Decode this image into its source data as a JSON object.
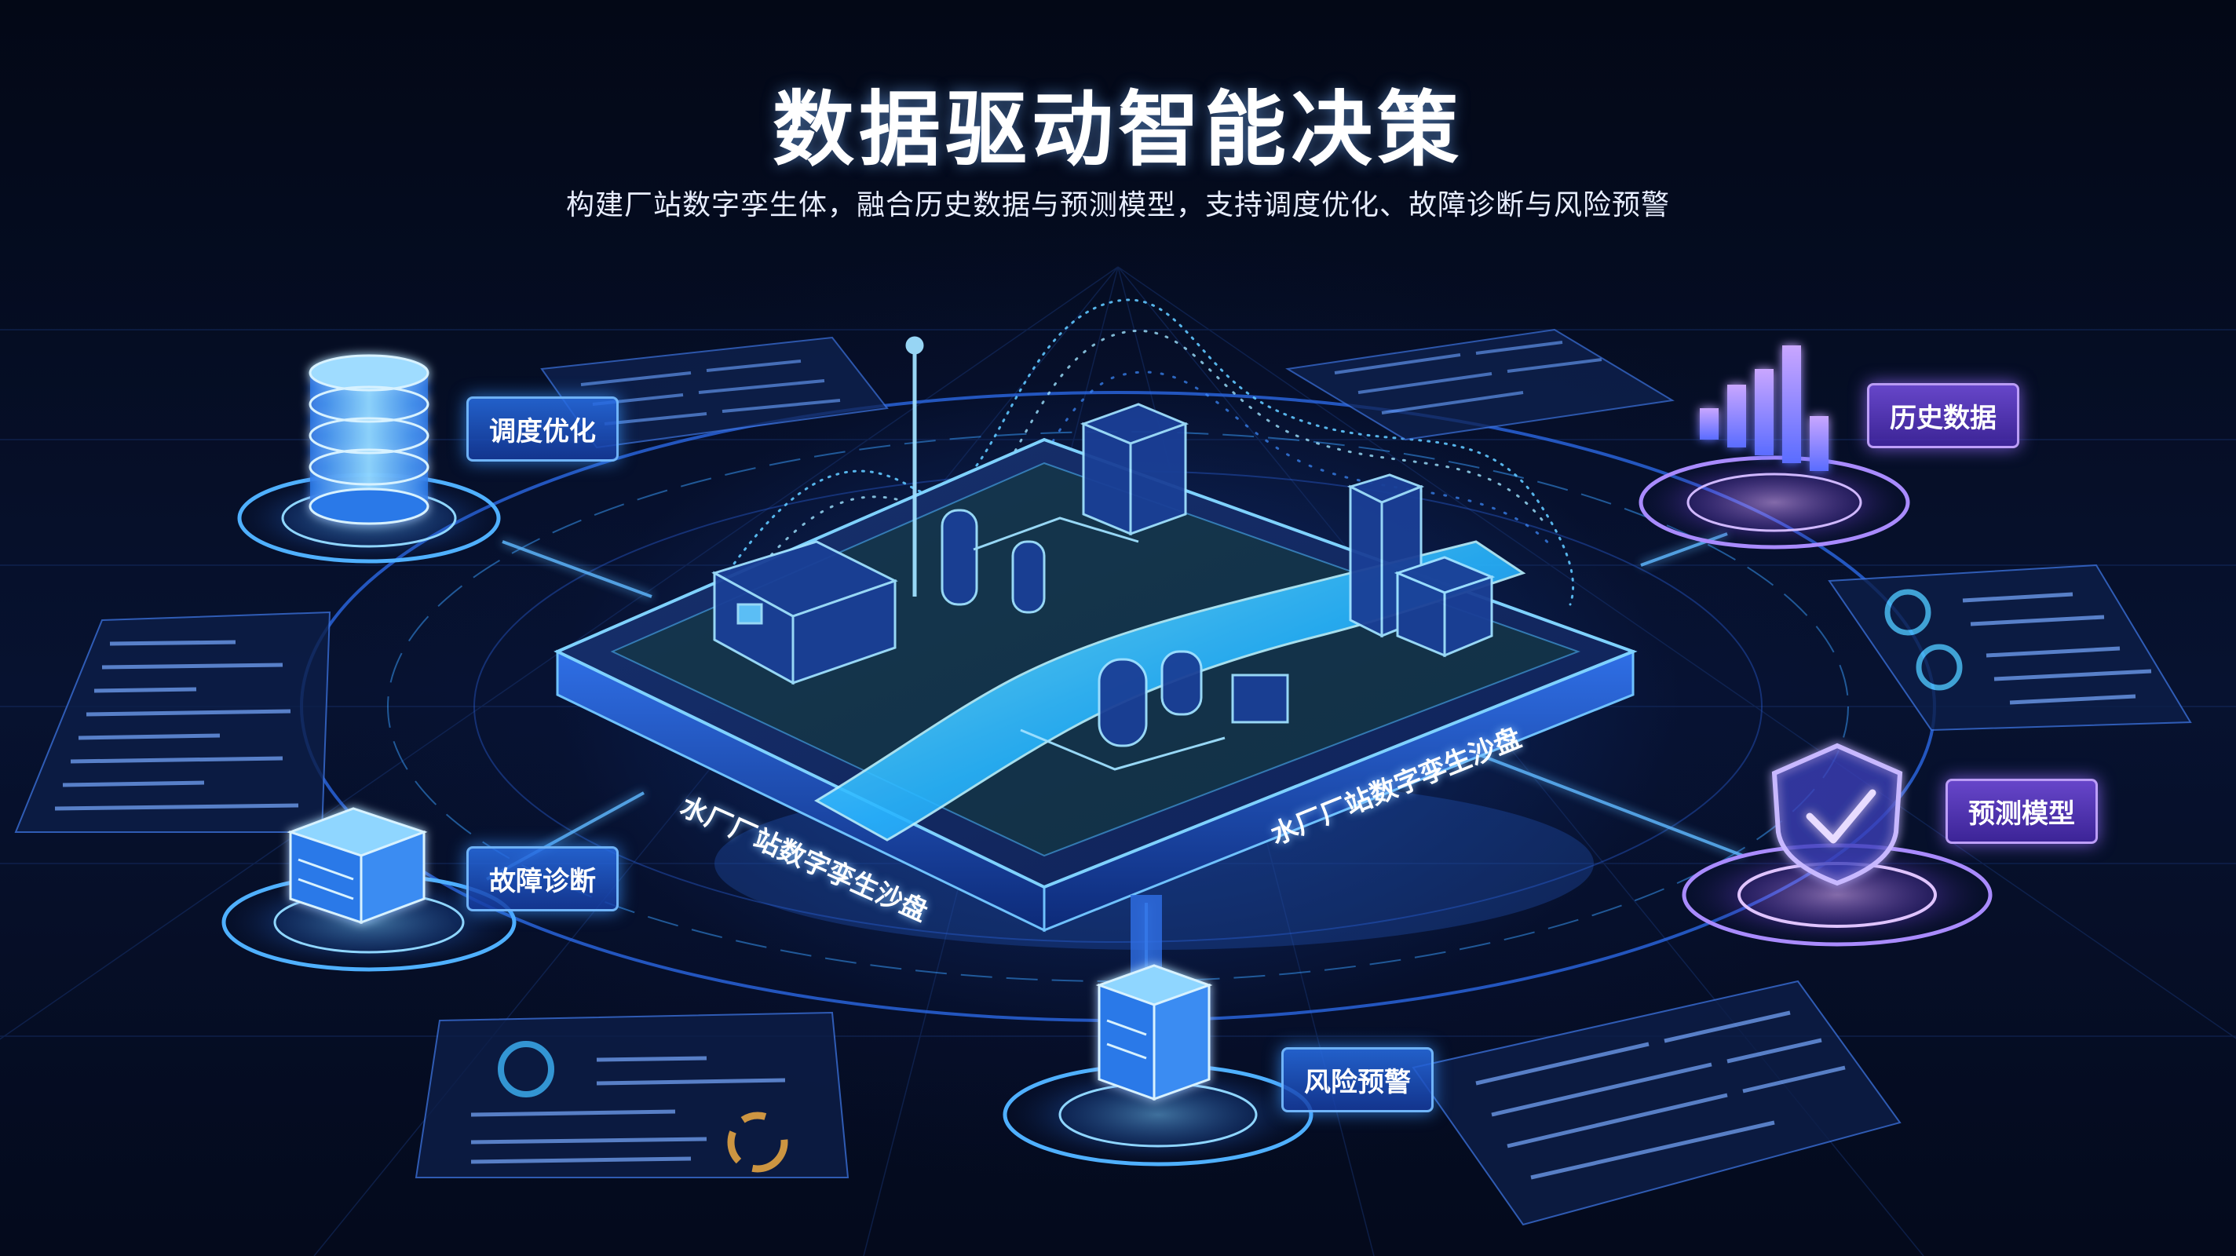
{
  "header": {
    "title": "数据驱动智能决策",
    "subtitle": "构建厂站数字孪生体，融合历史数据与预测模型，支持调度优化、故障诊断与风险预警"
  },
  "sandbox": {
    "label_left": "水厂厂站数字孪生沙盘",
    "label_right": "水厂厂站数字孪生沙盘"
  },
  "nodes": {
    "dispatch": "调度优化",
    "history": "历史数据",
    "prediction": "预测模型",
    "diagnosis": "故障诊断",
    "warning": "风险预警"
  },
  "icons": {
    "dispatch": "database-stack-icon",
    "history": "bar-chart-icon",
    "prediction": "shield-check-icon",
    "diagnosis": "server-cube-icon",
    "warning": "server-tower-icon"
  },
  "colors": {
    "background": "#050b1c",
    "accent_blue": "#3aa0ff",
    "accent_cyan": "#5fe3ff",
    "accent_violet": "#9b6bff"
  }
}
